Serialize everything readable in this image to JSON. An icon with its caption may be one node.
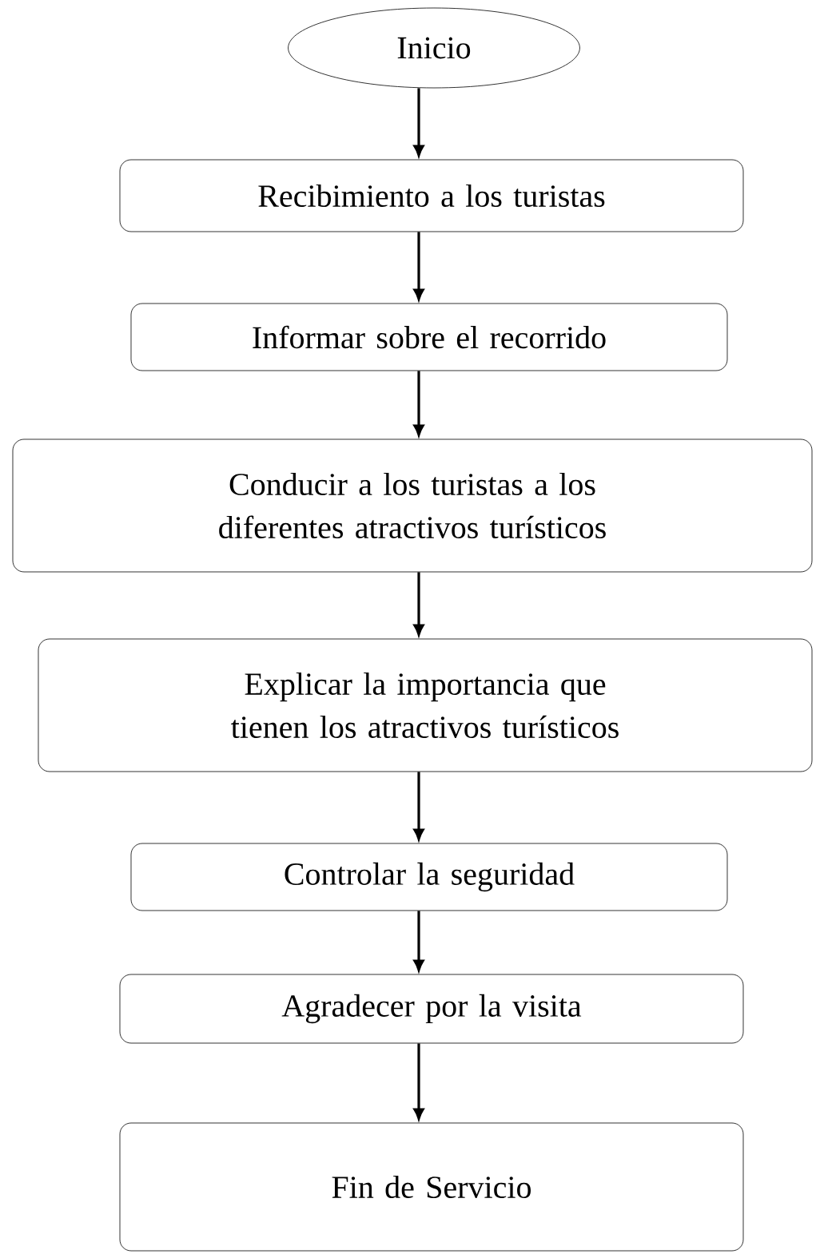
{
  "diagram": {
    "nodes": [
      {
        "text": [
          "Inicio"
        ]
      },
      {
        "text": [
          "Recibimiento a los turistas"
        ]
      },
      {
        "text": [
          "Informar sobre el recorrido"
        ]
      },
      {
        "text": [
          "Conducir a los turistas a los diferentes atractivos turísticos"
        ]
      },
      {
        "text": [
          "Explicar la importancia que tienen los atractivos turísticos"
        ]
      },
      {
        "text": [
          "Controlar la seguridad"
        ]
      },
      {
        "text": [
          "Agradecer por la visita"
        ]
      },
      {
        "text": [
          "Fin de Servicio"
        ]
      }
    ],
    "edges": [
      {
        "from": 0,
        "to": 1,
        "arrow": "to"
      },
      {
        "from": 1,
        "to": 2,
        "arrow": "to"
      },
      {
        "from": 2,
        "to": 3,
        "arrow": "to"
      },
      {
        "from": 3,
        "to": 4,
        "arrow": "to"
      },
      {
        "from": 4,
        "to": 5,
        "arrow": "to"
      },
      {
        "from": 5,
        "to": 6,
        "arrow": "to"
      },
      {
        "from": 6,
        "to": 7,
        "arrow": "to"
      }
    ]
  }
}
